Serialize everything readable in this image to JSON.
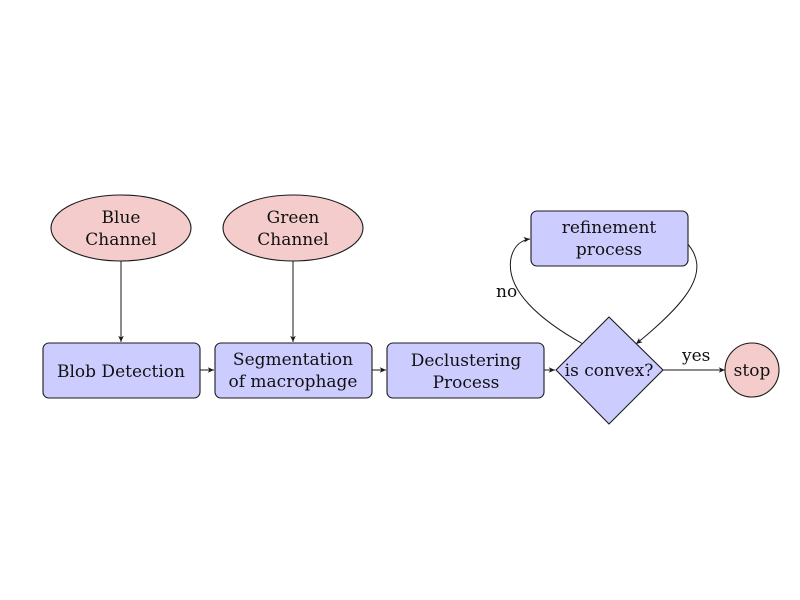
{
  "diagram": {
    "colors": {
      "process_fill": "#ccccff",
      "terminal_fill": "#f5cccc",
      "stroke": "#1a1a1a"
    },
    "nodes": {
      "blue_channel": {
        "line1": "Blue",
        "line2": "Channel"
      },
      "green_channel": {
        "line1": "Green",
        "line2": "Channel"
      },
      "blob_detection": {
        "line1": "Blob Detection"
      },
      "segmentation": {
        "line1": "Segmentation",
        "line2": "of macrophage"
      },
      "declustering": {
        "line1": "Declustering",
        "line2": "Process"
      },
      "is_convex": {
        "line1": "is convex?"
      },
      "refinement": {
        "line1": "refinement",
        "line2": "process"
      },
      "stop": {
        "line1": "stop"
      }
    },
    "edges": {
      "no_label": "no",
      "yes_label": "yes"
    }
  }
}
